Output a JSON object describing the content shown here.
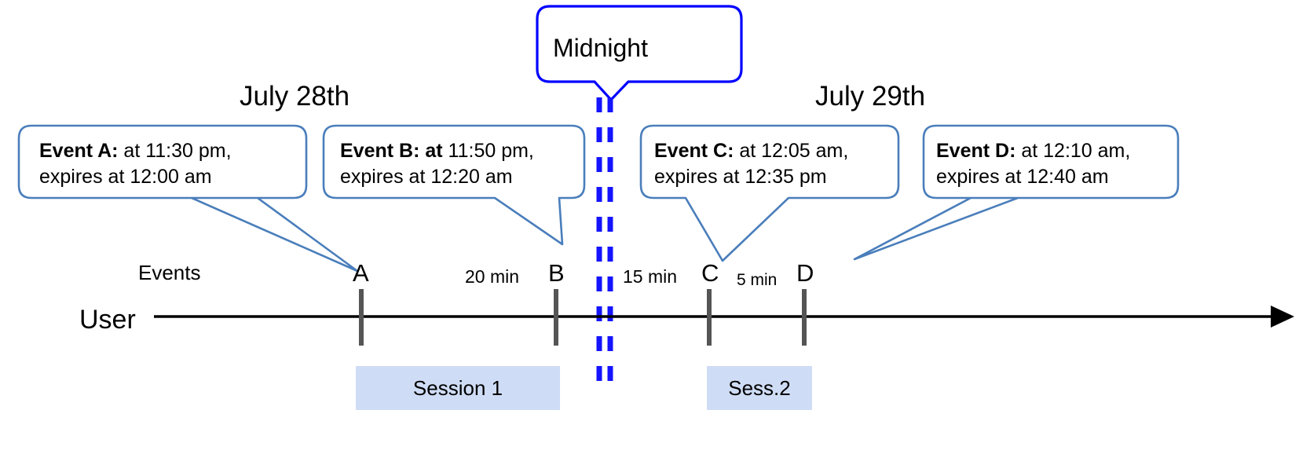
{
  "diagram": {
    "title": "Event expiry across midnight timeline",
    "colors": {
      "callout_border": "#4a7ebb",
      "midnight_border": "#0000ff",
      "midnight_dash": "#1414ff",
      "session_fill": "#cfdcf5",
      "axis": "#000000",
      "tick": "#555555"
    }
  },
  "dates": {
    "left": "July 28th",
    "right": "July 29th"
  },
  "midnight": {
    "label": "Midnight"
  },
  "callouts": [
    {
      "id": "event-a",
      "bold": "Event A:",
      "rest_line1": " at 11:30 pm,",
      "line2": "expires at 12:00 am"
    },
    {
      "id": "event-b",
      "bold": "Event B: at",
      "rest_line1": " 11:50 pm,",
      "line2": "expires at 12:20 am"
    },
    {
      "id": "event-c",
      "bold": "Event C:",
      "rest_line1": " at 12:05 am,",
      "line2": "expires at 12:35 pm"
    },
    {
      "id": "event-d",
      "bold": "Event D:",
      "rest_line1": "  at 12:10 am,",
      "line2": "expires at 12:40 am"
    }
  ],
  "axis": {
    "row_label": "User",
    "events_label": "Events"
  },
  "ticks": [
    {
      "id": "tick-a",
      "label": "A"
    },
    {
      "id": "tick-b",
      "label": "B"
    },
    {
      "id": "tick-c",
      "label": "C"
    },
    {
      "id": "tick-d",
      "label": "D"
    }
  ],
  "gaps": [
    {
      "id": "gap-ab",
      "label": "20 min"
    },
    {
      "id": "gap-bc",
      "label": "15 min"
    },
    {
      "id": "gap-cd",
      "label": "5 min"
    }
  ],
  "sessions": [
    {
      "id": "session-1",
      "label": "Session 1"
    },
    {
      "id": "session-2",
      "label": "Sess.2"
    }
  ]
}
